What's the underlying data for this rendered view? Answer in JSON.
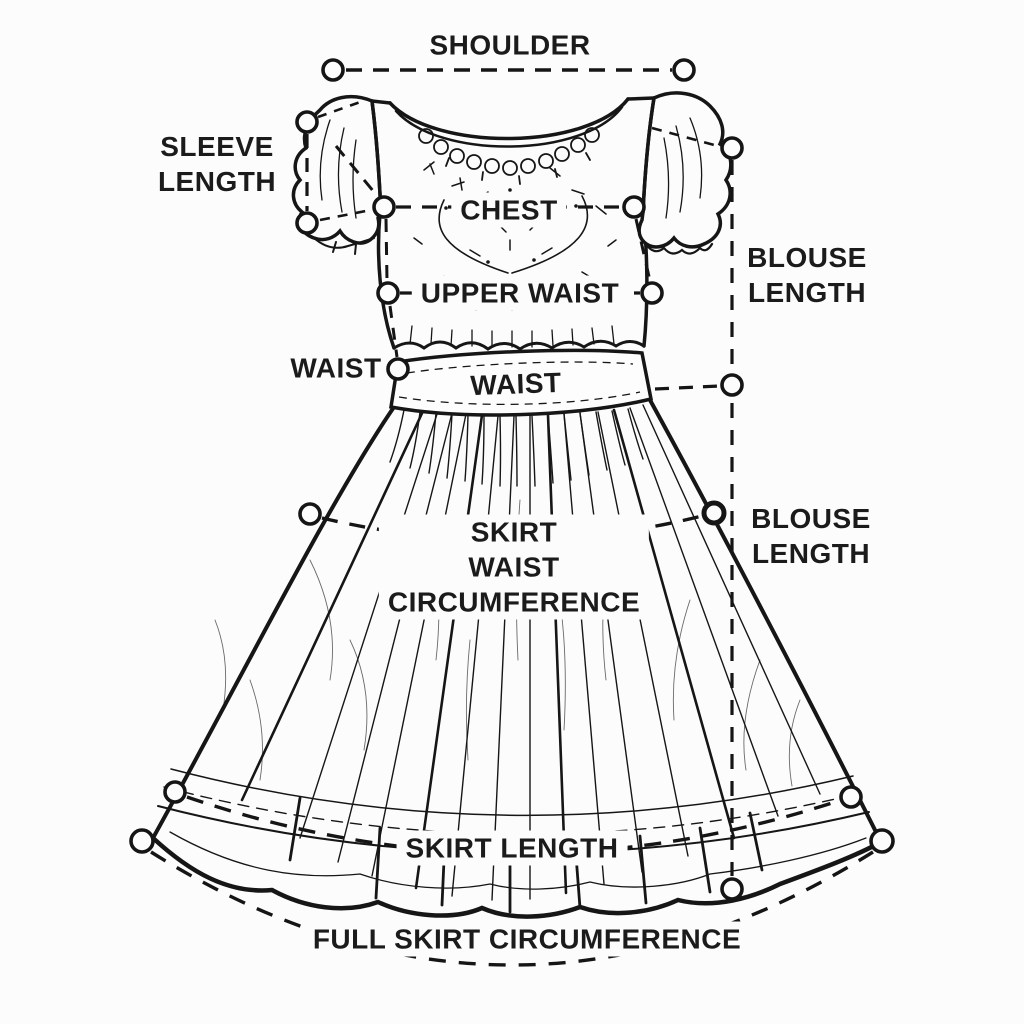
{
  "diagram": {
    "type": "garment-measurement-diagram",
    "subject": "short-sleeve blouse with full gathered skirt",
    "colors": {
      "background": "#fcfcfc",
      "line": "#161616",
      "text": "#1b1b1b"
    },
    "labels": {
      "shoulder": {
        "text": "SHOULDER"
      },
      "sleeve_length": {
        "lines": [
          "SLEEVE",
          "LENGTH"
        ]
      },
      "chest": {
        "text": "CHEST"
      },
      "upper_waist": {
        "text": "UPPER WAIST"
      },
      "blouse_length_upper": {
        "lines": [
          "BLOUSE",
          "LENGTH"
        ]
      },
      "waist_side": {
        "text": "WAIST"
      },
      "waist_band": {
        "text": "WAIST"
      },
      "skirt_waist_circumference": {
        "lines": [
          "SKIRT",
          "WAIST",
          "CIRCUMFERENCE"
        ]
      },
      "blouse_length_lower": {
        "lines": [
          "BLOUSE",
          "LENGTH"
        ]
      },
      "skirt_length": {
        "text": "SKIRT LENGTH"
      },
      "full_skirt_circumference": {
        "text": "FULL SKIRT CIRCUMFERENCE"
      }
    }
  }
}
